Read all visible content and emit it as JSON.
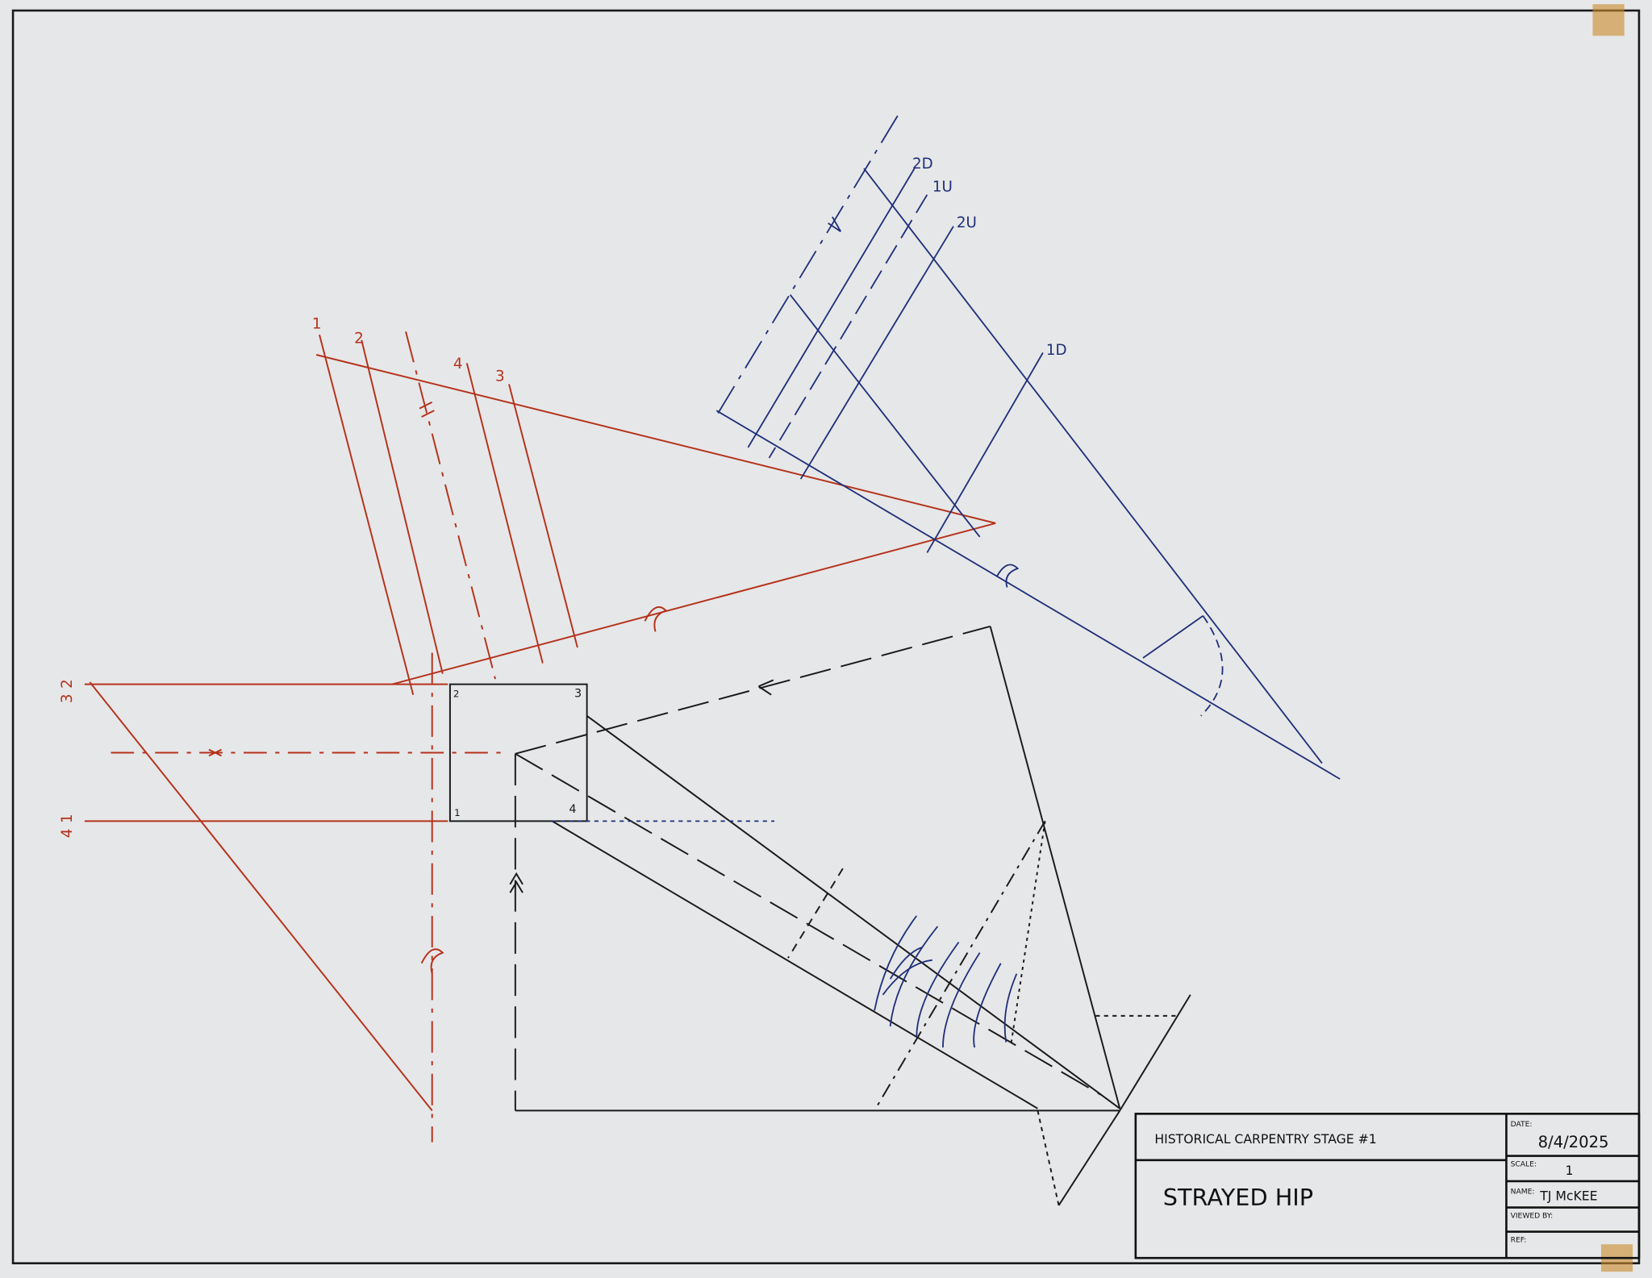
{
  "title_block": {
    "project": "HISTORICAL CARPENTRY STAGE #1",
    "drawing_title": "STRAYED HIP",
    "date_label": "DATE:",
    "date_value": "8/4/2025",
    "scale_label": "SCALE:",
    "scale_value": "1",
    "name_label": "NAME:",
    "name_value": "TJ McKEE",
    "viewed_by_label": "VIEWED BY:",
    "ref_label": "REF:"
  },
  "labels": {
    "red_top": [
      "1",
      "2",
      "4",
      "3"
    ],
    "red_left_upper": [
      "2",
      "3"
    ],
    "red_left_lower": [
      "1",
      "4"
    ],
    "blue": [
      "2D",
      "1U",
      "2U",
      "1D"
    ],
    "plan_corners": [
      "2",
      "3",
      "1",
      "4"
    ]
  },
  "colors": {
    "ink": "#1a1a1a",
    "red": "#b5321c",
    "blue": "#1f2f7a",
    "paper": "#e6e7e8"
  }
}
